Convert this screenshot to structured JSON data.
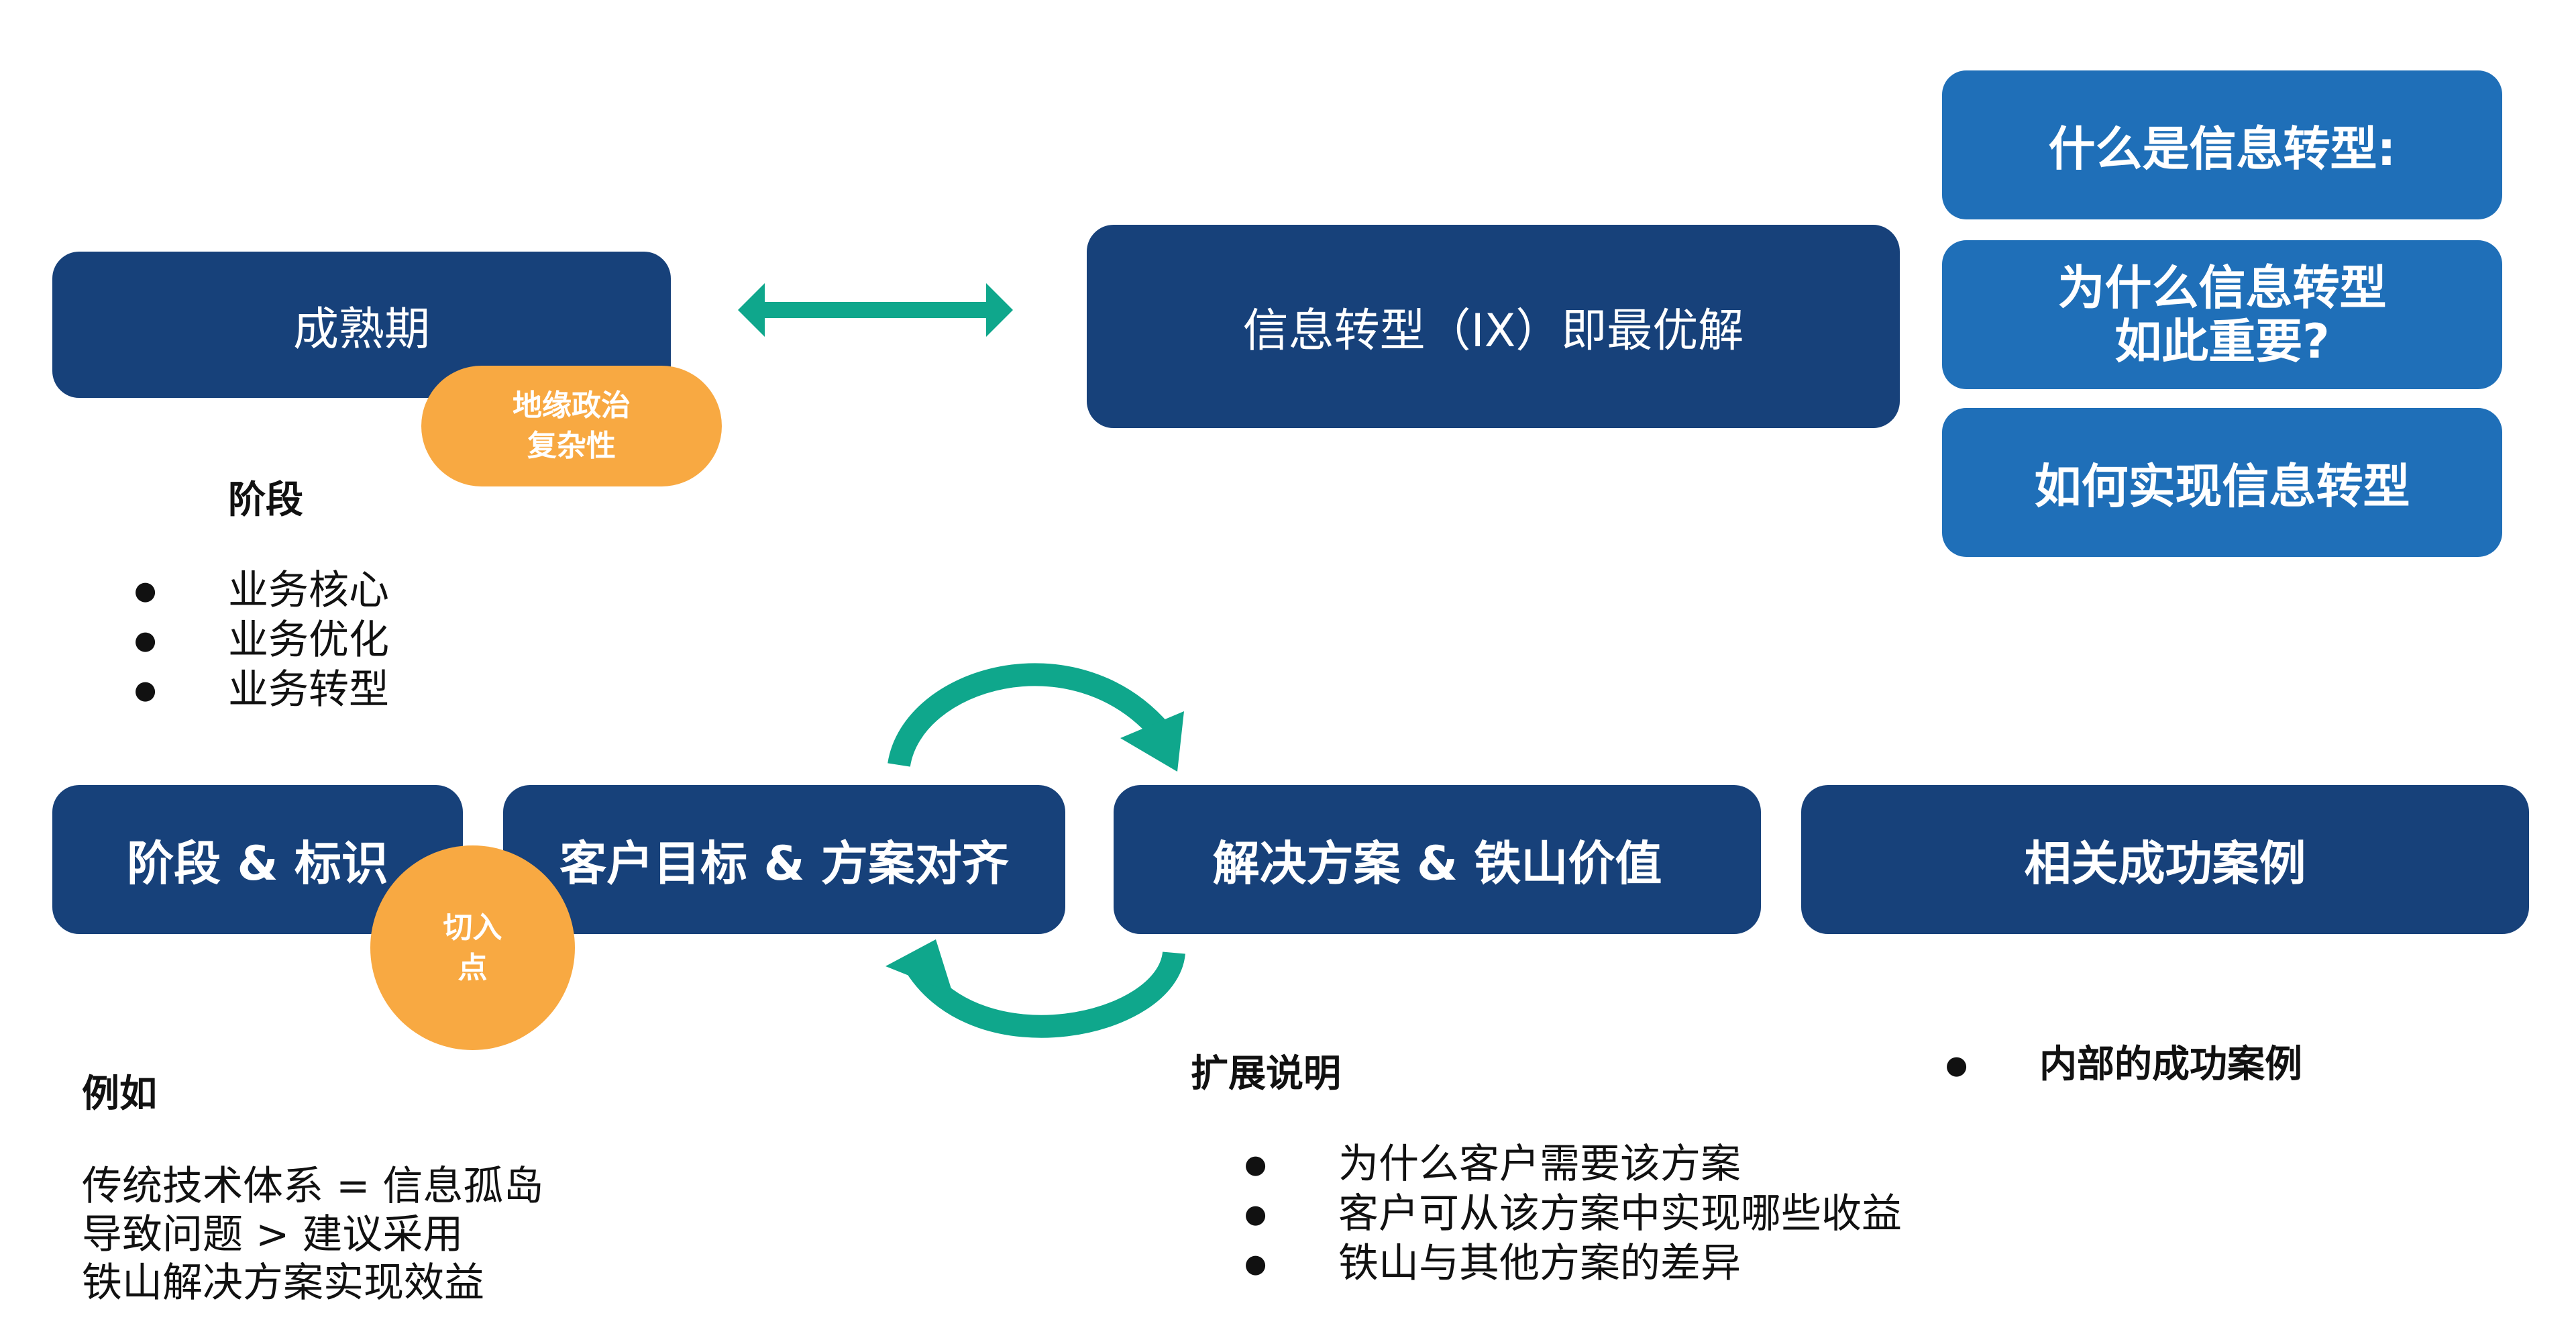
{
  "colors": {
    "dark_blue": "#17417a",
    "mid_blue": "#1f6fb8",
    "orange": "#f8a942",
    "teal": "#0fa78c"
  },
  "top": {
    "maturity_box": "成熟期",
    "geo_badge_line1": "地缘政治",
    "geo_badge_line2": "复杂性",
    "ix_box": "信息转型（IX）即最优解",
    "stage_label": "阶段",
    "stage_items": [
      "业务核心",
      "业务优化",
      "业务转型"
    ],
    "questions": [
      "什么是信息转型:",
      "为什么信息转型",
      "如此重要?",
      "如何实现信息转型"
    ]
  },
  "flow": {
    "steps": [
      "阶段 & 标识",
      "客户目标 & 方案对齐",
      "解决方案 & 铁山价值",
      "相关成功案例"
    ],
    "entry_badge_line1": "切入",
    "entry_badge_line2": "点"
  },
  "bottom": {
    "example_label": "例如",
    "example_lines": [
      "传统技术体系 = 信息孤岛",
      "导致问题 > 建议采用",
      "铁山解决方案实现效益"
    ],
    "extend_label": "扩展说明",
    "extend_items": [
      "为什么客户需要该方案",
      "客户可从该方案中实现哪些收益",
      "铁山与其他方案的差异"
    ],
    "cases_item": "内部的成功案例"
  },
  "icons": {
    "double_arrow": "double-headed-arrow-icon",
    "cycle_top": "curved-arrow-right-icon",
    "cycle_bottom": "curved-arrow-left-icon"
  }
}
